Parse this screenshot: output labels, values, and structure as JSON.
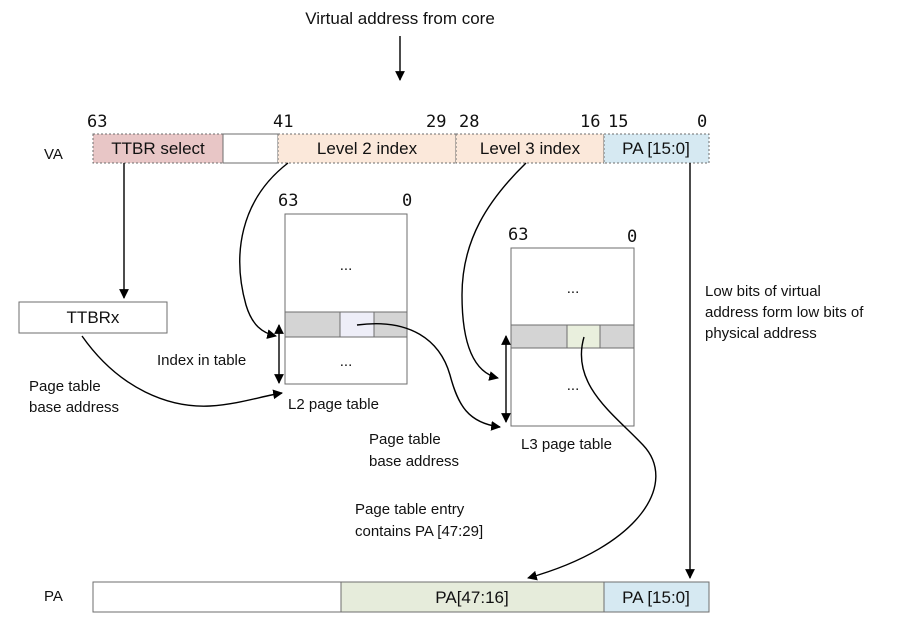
{
  "title": "Virtual address from core",
  "va": {
    "row_label": "VA",
    "bit_labels": [
      "63",
      "41",
      "29",
      "28",
      "16",
      "15",
      "0"
    ],
    "fields": [
      "TTBR select",
      "",
      "Level 2 index",
      "Level 3 index",
      "PA [15:0]"
    ]
  },
  "ttbr": {
    "label": "TTBRx"
  },
  "l2_table": {
    "bit_hi": "63",
    "bit_lo": "0",
    "top_ellipsis": "...",
    "bottom_ellipsis": "...",
    "caption": "L2 page table"
  },
  "l3_table": {
    "bit_hi": "63",
    "bit_lo": "0",
    "top_ellipsis": "...",
    "bottom_ellipsis": "...",
    "caption": "L3 page table"
  },
  "annotations": {
    "index_in_table": "Index in table",
    "page_table_base_1": [
      "Page table",
      "base address"
    ],
    "page_table_base_2": [
      "Page table",
      "base address"
    ],
    "low_bits": [
      "Low bits of virtual",
      "address form low bits of",
      "physical address"
    ],
    "pte_contains": [
      "Page table entry",
      "contains PA [47:29]"
    ]
  },
  "pa": {
    "row_label": "PA",
    "fields": [
      "",
      "PA[47:16]",
      "PA [15:0]"
    ]
  },
  "colors": {
    "ttbr_select": "#e8c6c6",
    "level_index": "#fbe8da",
    "pa_low": "#d6e9f2",
    "pa_high": "#e6ecdb",
    "entry_grey": "#d4d4d4",
    "entry_l2_hi": "#eeeef8",
    "entry_l3_hi": "#e9efdd",
    "border": "#6e6e6e"
  }
}
